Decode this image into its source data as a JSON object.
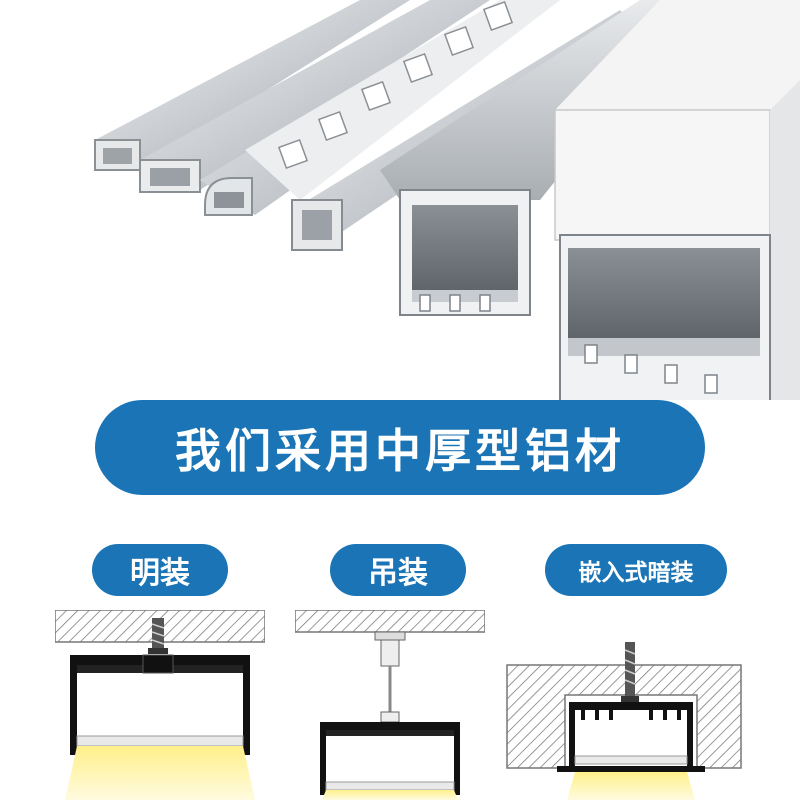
{
  "banner": {
    "text": "我们采用中厚型铝材",
    "color": "#1a74b5"
  },
  "installations": [
    {
      "label": "明装"
    },
    {
      "label": "吊装"
    },
    {
      "label": "嵌入式暗装"
    }
  ],
  "colors": {
    "light": "#fff2a6",
    "profile": "#111111",
    "ceiling_hatch": "#777777"
  },
  "icons": [
    "screw-icon",
    "hanging-rod-icon"
  ]
}
